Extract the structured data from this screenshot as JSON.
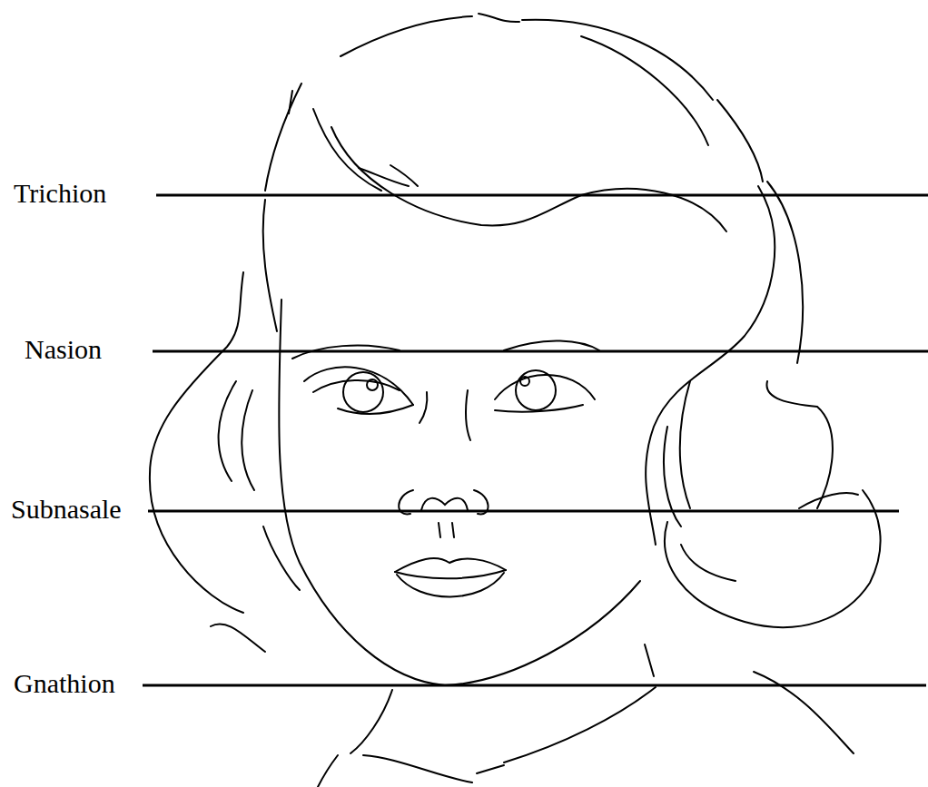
{
  "diagram": {
    "labels": [
      "Trichion",
      "Nasion",
      "Subnasale",
      "Gnathion"
    ]
  }
}
